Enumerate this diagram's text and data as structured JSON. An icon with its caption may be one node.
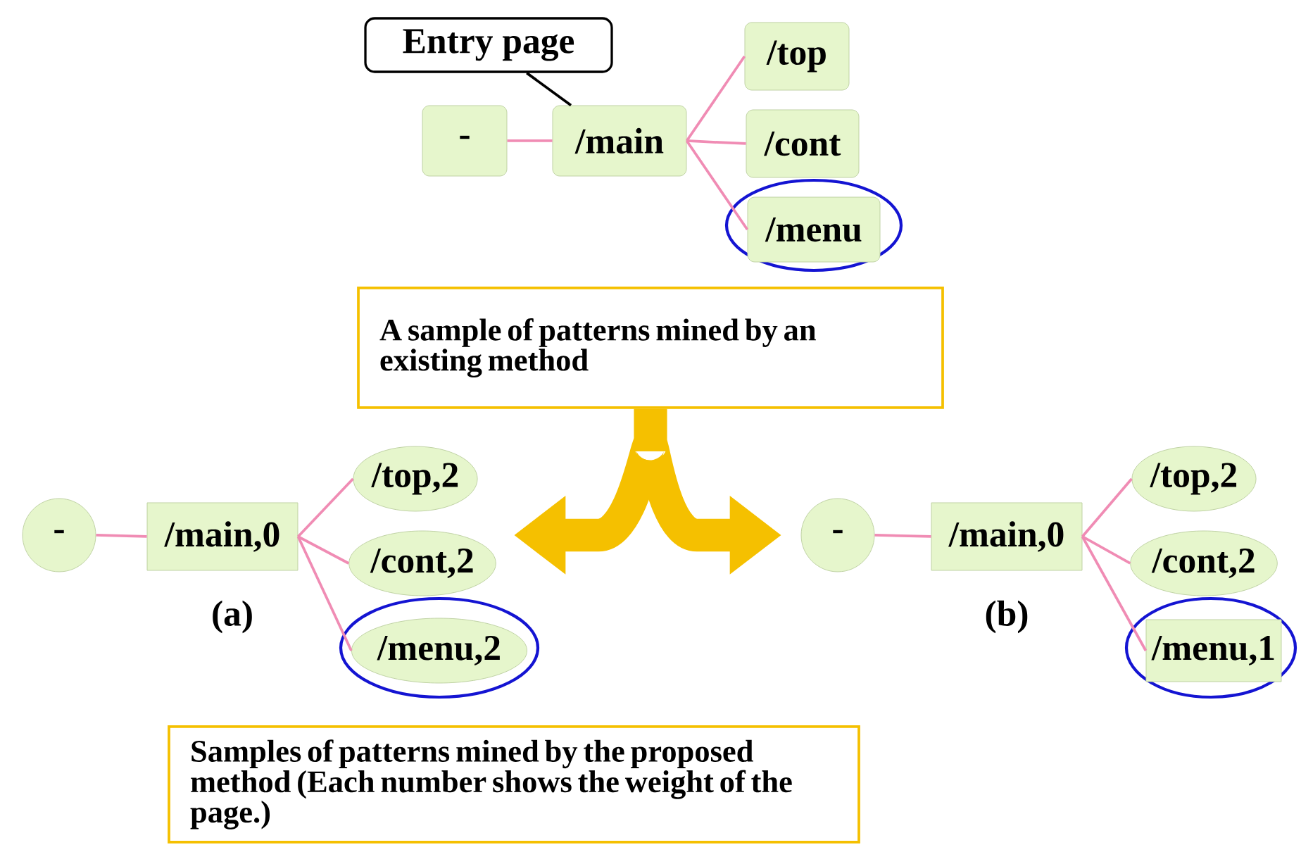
{
  "diagram": {
    "nodes": [
      {
        "text": [
          "Entry page"
        ]
      },
      {
        "text": [
          "-"
        ]
      },
      {
        "text": [
          "/main"
        ]
      },
      {
        "text": [
          "/top"
        ]
      },
      {
        "text": [
          "/cont"
        ]
      },
      {
        "text": [
          "/menu"
        ]
      },
      {
        "text": [
          "A sample of patterns mined by an existing method"
        ]
      },
      {
        "text": [
          "-"
        ]
      },
      {
        "text": [
          "/main,0"
        ]
      },
      {
        "text": [
          "/top,2"
        ]
      },
      {
        "text": [
          "/cont,2"
        ]
      },
      {
        "text": [
          "/menu,2"
        ]
      },
      {
        "text": [
          "-"
        ]
      },
      {
        "text": [
          "/main,0"
        ]
      },
      {
        "text": [
          "/top,2"
        ]
      },
      {
        "text": [
          "/cont,2"
        ]
      },
      {
        "text": [
          "/menu,1"
        ]
      },
      {
        "text": [
          "Samples of patterns mined by the proposed method (Each number shows the weight of the page.)"
        ]
      }
    ],
    "edges": [
      {
        "from": 0,
        "to": 2,
        "arrow": "none",
        "color": "#000000"
      },
      {
        "from": 1,
        "to": 2,
        "arrow": "none"
      },
      {
        "from": 2,
        "to": 3,
        "arrow": "none"
      },
      {
        "from": 2,
        "to": 4,
        "arrow": "none"
      },
      {
        "from": 2,
        "to": 5,
        "arrow": "none"
      },
      {
        "from": 7,
        "to": 8,
        "arrow": "none"
      },
      {
        "from": 8,
        "to": 9,
        "arrow": "none"
      },
      {
        "from": 8,
        "to": 10,
        "arrow": "none"
      },
      {
        "from": 8,
        "to": 11,
        "arrow": "none"
      },
      {
        "from": 12,
        "to": 13,
        "arrow": "none"
      },
      {
        "from": 13,
        "to": 14,
        "arrow": "none"
      },
      {
        "from": 13,
        "to": 15,
        "arrow": "none"
      },
      {
        "from": 13,
        "to": 16,
        "arrow": "none"
      },
      {
        "from": 6,
        "to": null,
        "arrow": "to",
        "style": "thick",
        "color": "#f5c000"
      },
      {
        "from": 6,
        "to": null,
        "arrow": "to",
        "style": "thick",
        "color": "#f5c000"
      }
    ],
    "labels": [
      "(a)",
      "(b)"
    ]
  }
}
